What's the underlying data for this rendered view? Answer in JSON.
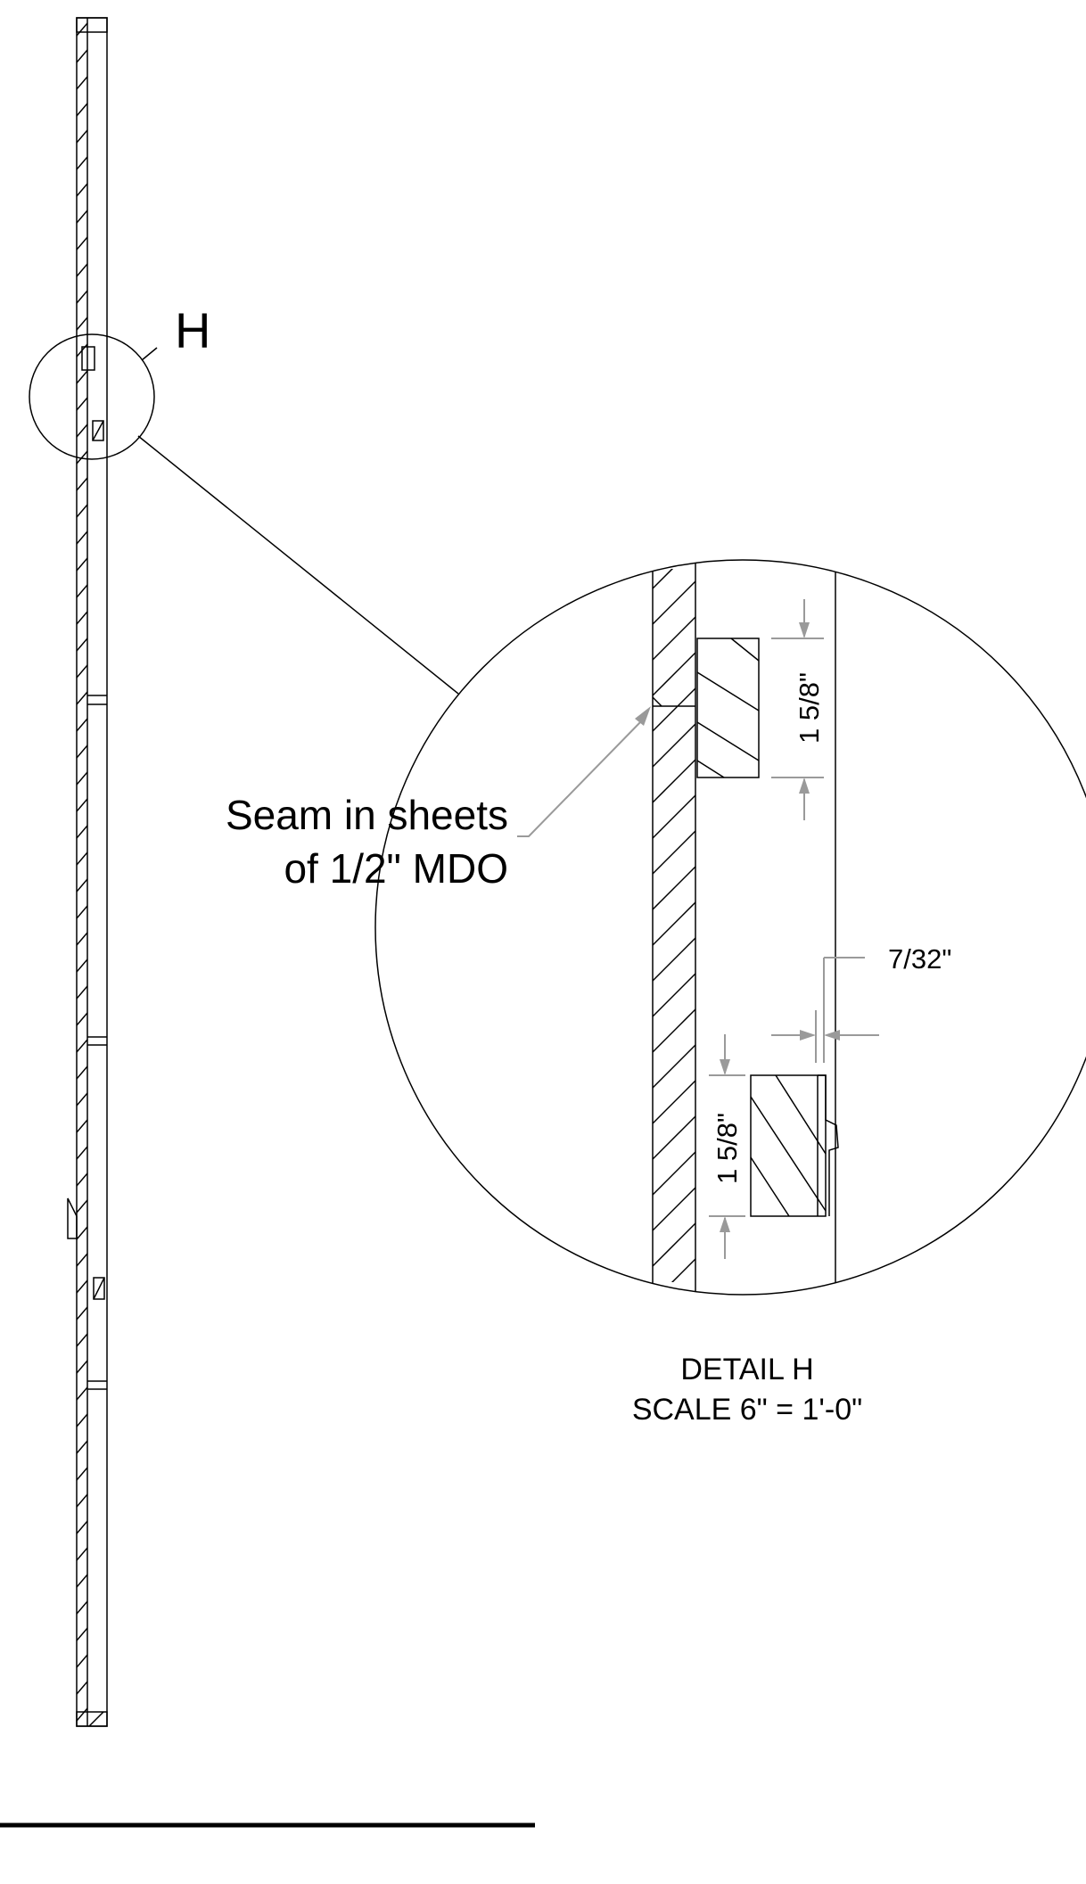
{
  "callout": {
    "label": "H"
  },
  "note": {
    "line1": "Seam in sheets",
    "line2": "of 1/2\" MDO"
  },
  "dimensions": {
    "upper_block": "1 5/8\"",
    "lower_block": "1 5/8\"",
    "gap": "7/32\""
  },
  "detail_title": {
    "line1": "DETAIL H",
    "line2": "SCALE 6\" = 1'-0\""
  },
  "colors": {
    "line": "#000000",
    "dimension": "#9a9a9a"
  }
}
